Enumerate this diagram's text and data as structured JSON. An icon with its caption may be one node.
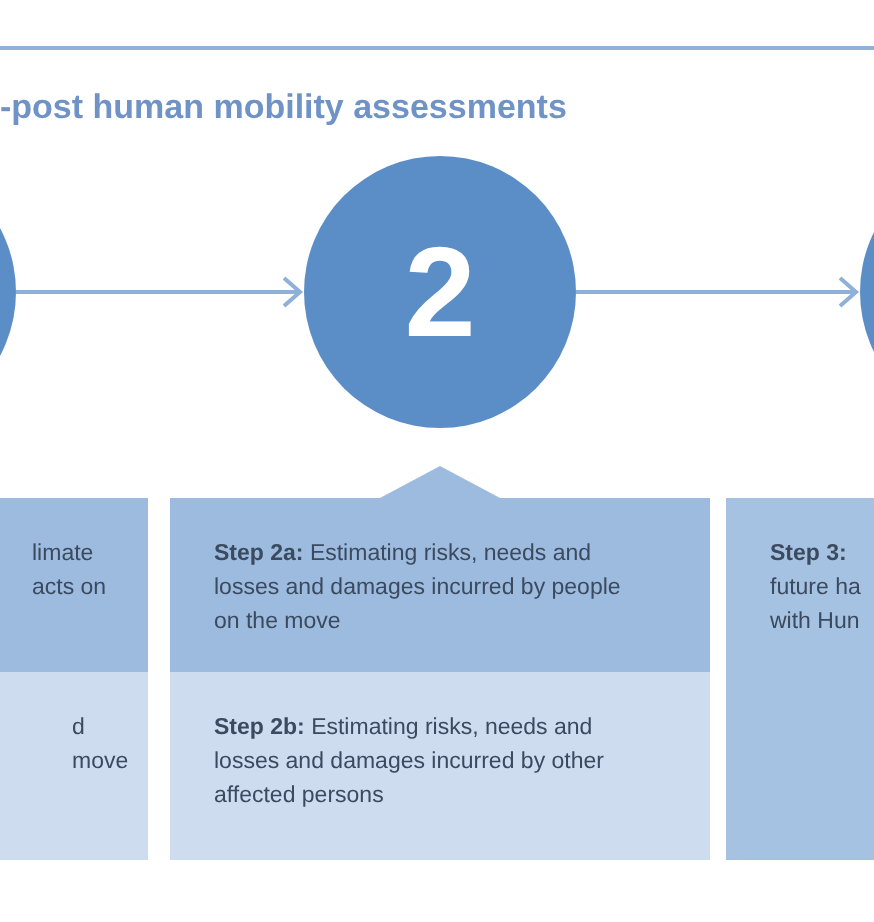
{
  "diagram": {
    "title": "-post human mobility assessments",
    "nodes": [
      {
        "text": [],
        "shape": "circle"
      },
      {
        "text": [
          "2"
        ]
      },
      {
        "text": [],
        "shape": "circle"
      },
      {
        "text": [
          "limate acts on"
        ]
      },
      {
        "text": [
          "d move"
        ]
      },
      {
        "text": [
          "**Step 2a:** Estimating risks, needs and losses and damages incurred by people on the move"
        ]
      },
      {
        "text": [
          "**Step 2b:** Estimating risks, needs and losses and damages incurred by other affected persons"
        ]
      },
      {
        "text": [
          "**Step 3:** future ha with Hun"
        ]
      }
    ],
    "edges": [
      {
        "from": 0,
        "to": 1,
        "arrow": "to"
      },
      {
        "from": 1,
        "to": 2,
        "arrow": "to"
      }
    ]
  }
}
